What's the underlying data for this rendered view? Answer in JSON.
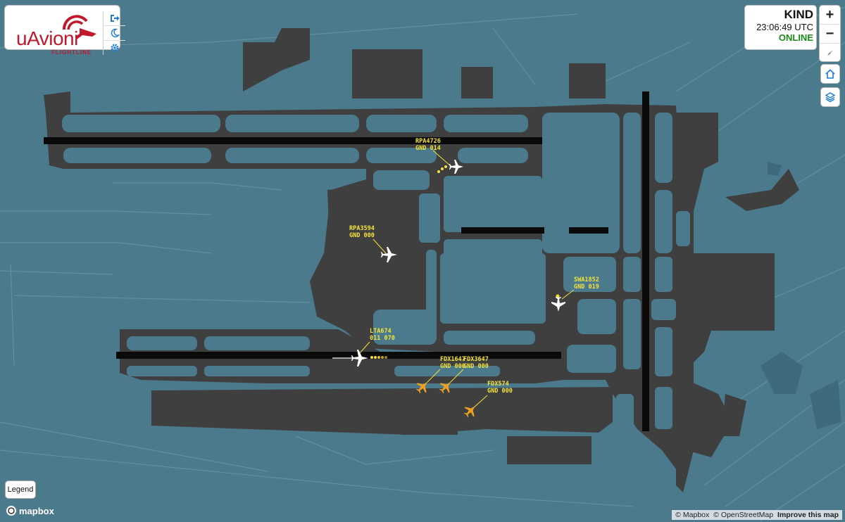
{
  "logo": {
    "name": "uAvioni",
    "sub": "FLIGHTLINE"
  },
  "controls": [
    {
      "icon": "logout-icon"
    },
    {
      "icon": "moon-icon"
    },
    {
      "icon": "gear-icon"
    }
  ],
  "status": {
    "airport": "KIND",
    "time": "23:06:49 UTC",
    "connection": "ONLINE"
  },
  "zoom": {
    "in_label": "+",
    "out_label": "−",
    "compass_icon": "compass-icon"
  },
  "side_buttons": [
    {
      "icon": "home-icon"
    },
    {
      "icon": "layers-icon"
    }
  ],
  "legend": {
    "label": "Legend"
  },
  "mapbox_logo": "mapbox",
  "attribution": {
    "mapbox": "© Mapbox",
    "osm": "© OpenStreetMap",
    "improve": "Improve this map"
  },
  "colors": {
    "map_bg": "#4a7a8c",
    "taxiway": "#3f3f3f",
    "runway": "#0a0a0a",
    "label": "#f4e23a",
    "cargo": "#f0a020",
    "aircraft": "#ffffff",
    "online": "#1a8a1a"
  },
  "aircraft": [
    {
      "callsign": "RPA4726",
      "info": "GND 014",
      "color": "white"
    },
    {
      "callsign": "RPA3594",
      "info": "GND 000",
      "color": "white"
    },
    {
      "callsign": "SWA1852",
      "info": "GND 019",
      "color": "white"
    },
    {
      "callsign": "LTA674",
      "info": "011 070",
      "color": "white"
    },
    {
      "callsign": "FDX1647",
      "info": "GND 000",
      "color": "orange"
    },
    {
      "callsign": "FDX3647",
      "info": "GND 000",
      "color": "orange"
    },
    {
      "callsign": "FDX574",
      "info": "GND 000",
      "color": "orange"
    }
  ]
}
